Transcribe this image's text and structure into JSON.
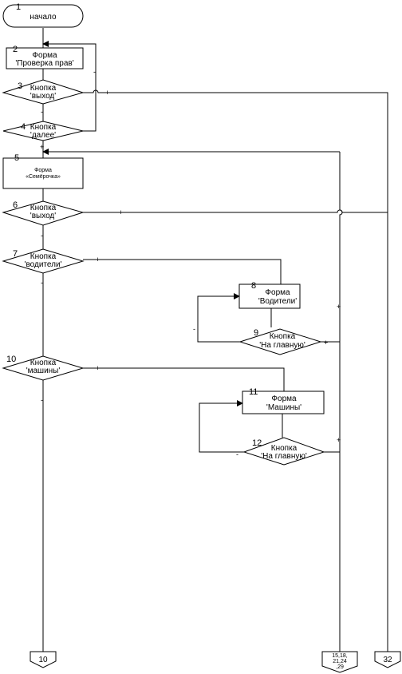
{
  "blocks": {
    "b1": {
      "num": "1",
      "lines": [
        "начало"
      ]
    },
    "b2": {
      "num": "2",
      "lines": [
        "Форма",
        "'Проверка прав'"
      ]
    },
    "b3": {
      "num": "3",
      "lines": [
        "Кнопка",
        "'выход'"
      ]
    },
    "b4": {
      "num": "4",
      "lines": [
        "Кнопка",
        "'далее'"
      ]
    },
    "b5": {
      "num": "5",
      "lines": [
        "Форма",
        "«Семёрочка»"
      ]
    },
    "b6": {
      "num": "6",
      "lines": [
        "Кнопка",
        "'выход'"
      ]
    },
    "b7": {
      "num": "7",
      "lines": [
        "Кнопка",
        "'водители'"
      ]
    },
    "b8": {
      "num": "8",
      "lines": [
        "Форма",
        "'Водители'"
      ]
    },
    "b9": {
      "num": "9",
      "lines": [
        "Кнопка",
        "'На главную'"
      ]
    },
    "b10": {
      "num": "10",
      "lines": [
        "Кнопка",
        "'машины'"
      ]
    },
    "b11": {
      "num": "11",
      "lines": [
        "Форма",
        "'Машины'"
      ]
    },
    "b12": {
      "num": "12",
      "lines": [
        "Кнопка",
        "'На главную'"
      ]
    }
  },
  "connectors": {
    "c10": {
      "lines": [
        "10"
      ]
    },
    "cmid": {
      "lines": [
        "15,18,",
        "21,24",
        ",29"
      ]
    },
    "c32": {
      "lines": [
        "32"
      ]
    }
  },
  "marks": {
    "plus": "+",
    "minus": "-"
  }
}
